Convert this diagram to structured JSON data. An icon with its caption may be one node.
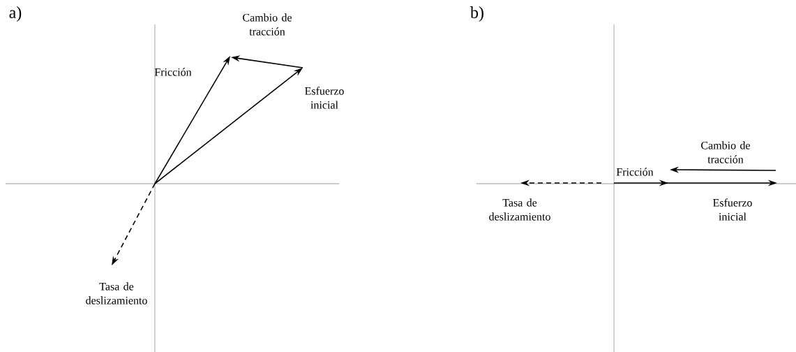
{
  "diagram": {
    "labels": [
      "a)",
      "Cambio de tracción",
      "Fricción",
      "Esfuerzo inicial",
      "Tasa de deslizamiento",
      "b)",
      "Cambio de tracción",
      "Fricción",
      "Tasa de deslizamiento",
      "Esfuerzo inicial"
    ]
  }
}
